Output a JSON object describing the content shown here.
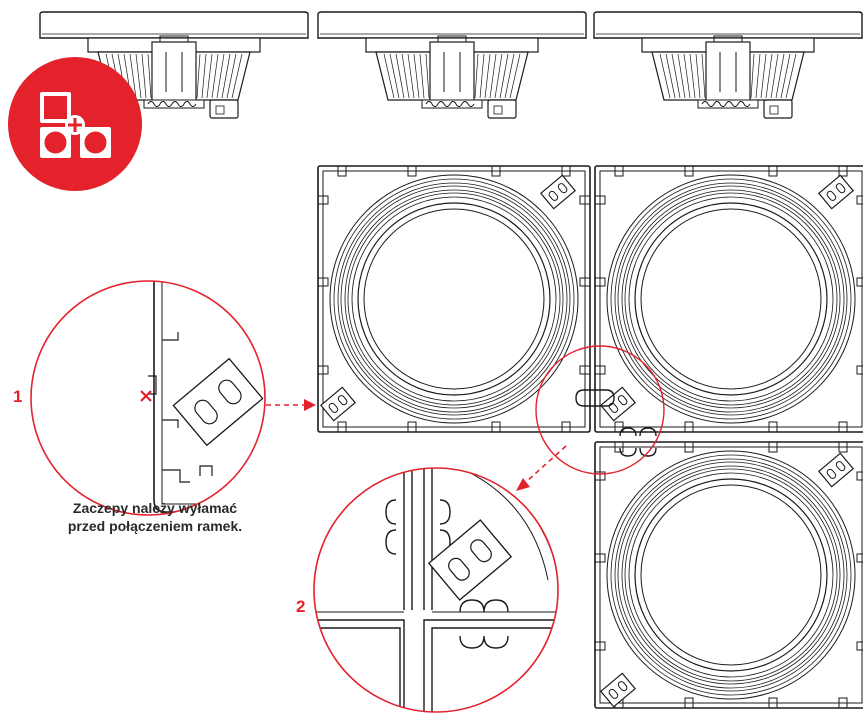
{
  "callouts": {
    "detail_1": {
      "number": "1"
    },
    "detail_2": {
      "number": "2"
    }
  },
  "caption": {
    "line1": "Zaczepy należy wyłamać",
    "line2": "przed połączeniem ramek."
  },
  "colors": {
    "accent": "#e3222b",
    "line": "#1a1a1a"
  },
  "icons": {
    "badge": "modules-combine-icon",
    "break_mark": "x-mark-icon"
  }
}
